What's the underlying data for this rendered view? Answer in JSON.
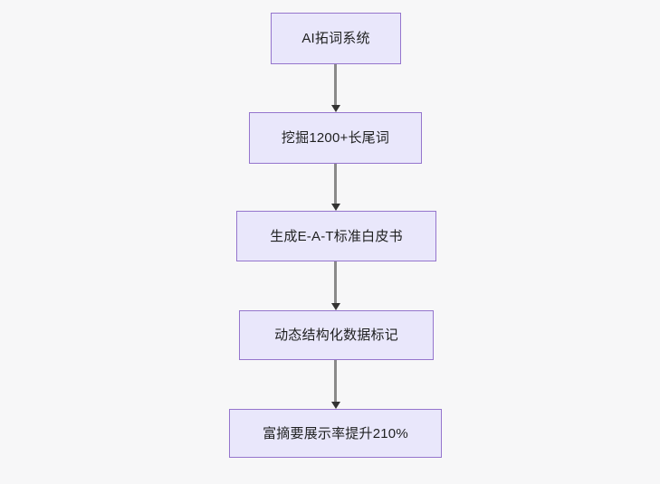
{
  "diagram": {
    "type": "flowchart",
    "orientation": "top-to-bottom",
    "background_color": "#f7f7f8",
    "node_fill_color": "#e9e7fb",
    "node_border_color": "#9575cd",
    "node_text_color": "#1f2020",
    "connector_color": "#8a8a8a",
    "arrowhead_color": "#333333",
    "nodes": [
      {
        "id": "n1",
        "label": "AI拓词系统"
      },
      {
        "id": "n2",
        "label": "挖掘1200+长尾词"
      },
      {
        "id": "n3",
        "label": "生成E-A-T标准白皮书"
      },
      {
        "id": "n4",
        "label": "动态结构化数据标记"
      },
      {
        "id": "n5",
        "label": "富摘要展示率提升210%"
      }
    ],
    "edges": [
      {
        "from": "n1",
        "to": "n2",
        "label": ""
      },
      {
        "from": "n2",
        "to": "n3",
        "label": ""
      },
      {
        "from": "n3",
        "to": "n4",
        "label": ""
      },
      {
        "from": "n4",
        "to": "n5",
        "label": ""
      }
    ]
  }
}
